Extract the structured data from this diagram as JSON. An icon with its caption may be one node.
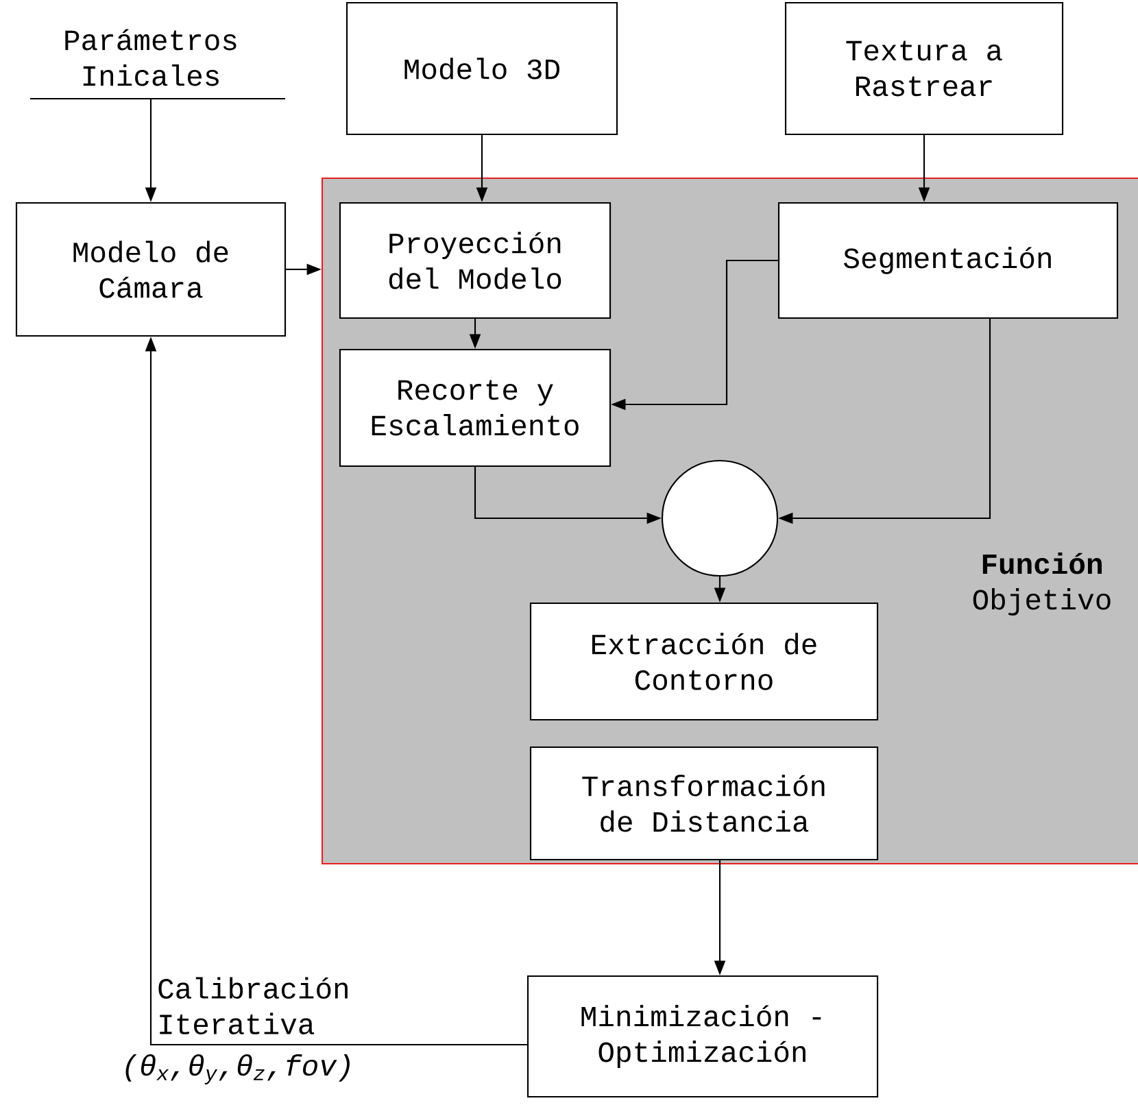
{
  "diagram": {
    "nodes": [
      {
        "text": [
          "Parámetros Inicales"
        ]
      },
      {
        "text": [
          "Modelo 3D"
        ]
      },
      {
        "text": [
          "Textura a Rastrear"
        ]
      },
      {
        "text": [
          "**Función** Objetivo"
        ]
      },
      {
        "text": [
          "Modelo de Cámara"
        ]
      },
      {
        "text": [
          "Proyección del Modelo"
        ],
        "in": 3
      },
      {
        "text": [
          "Segmentación"
        ],
        "in": 3
      },
      {
        "text": [
          "Recorte y Escalamiento"
        ],
        "in": 3
      },
      {
        "text": [],
        "shape": "circle",
        "in": 3
      },
      {
        "text": [
          "Extracción de Contorno"
        ],
        "in": 3
      },
      {
        "text": [
          "Transformación de Distancia"
        ],
        "in": 3
      },
      {
        "text": [
          "Minimización - Optimización"
        ]
      }
    ],
    "edges": [
      {
        "from": 0,
        "to": 4,
        "arrow": "to"
      },
      {
        "from": 1,
        "to": 5,
        "arrow": "to"
      },
      {
        "from": 2,
        "to": 6,
        "arrow": "to"
      },
      {
        "from": 4,
        "to": 3,
        "arrow": "to"
      },
      {
        "from": 5,
        "to": 7,
        "arrow": "to"
      },
      {
        "from": 6,
        "to": 7,
        "arrow": "to"
      },
      {
        "from": 7,
        "to": 8,
        "arrow": "to"
      },
      {
        "from": 6,
        "to": 8,
        "arrow": "to"
      },
      {
        "from": 8,
        "to": 9,
        "arrow": "to"
      },
      {
        "from": 10,
        "to": 11,
        "arrow": "to"
      },
      {
        "from": 11,
        "to": 4,
        "arrow": "to",
        "label": "Calibración Iterativa"
      }
    ],
    "labels": [
      "(θ$_{x}$,θ$_{y}$,θ$_{z}$,fov)"
    ]
  }
}
